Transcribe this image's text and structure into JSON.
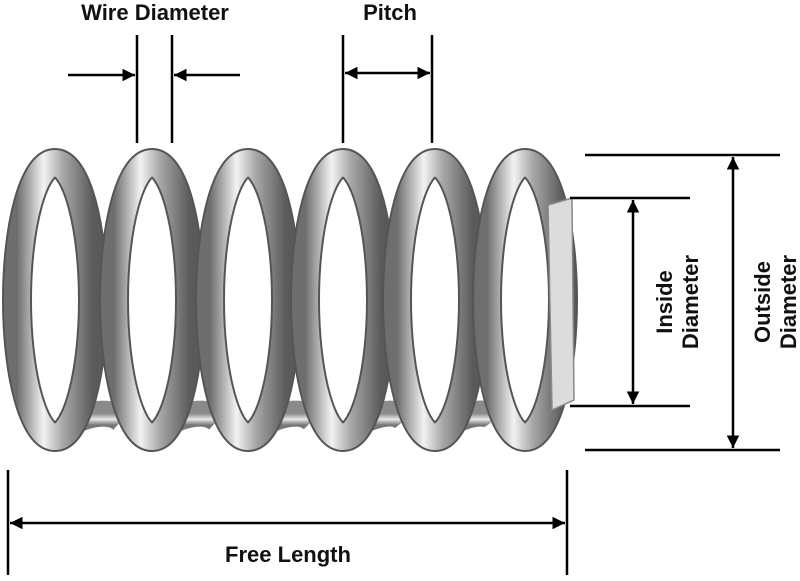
{
  "labels": {
    "wire_diameter": "Wire Diameter",
    "pitch": "Pitch",
    "inside_diameter_1": "Inside",
    "inside_diameter_2": "Diameter",
    "outside_diameter_1": "Outside",
    "outside_diameter_2": "Diameter",
    "free_length": "Free Length"
  },
  "colors": {
    "line": "#000000",
    "spring_light": "#f2f2f2",
    "spring_dark": "#6e6e6e"
  }
}
